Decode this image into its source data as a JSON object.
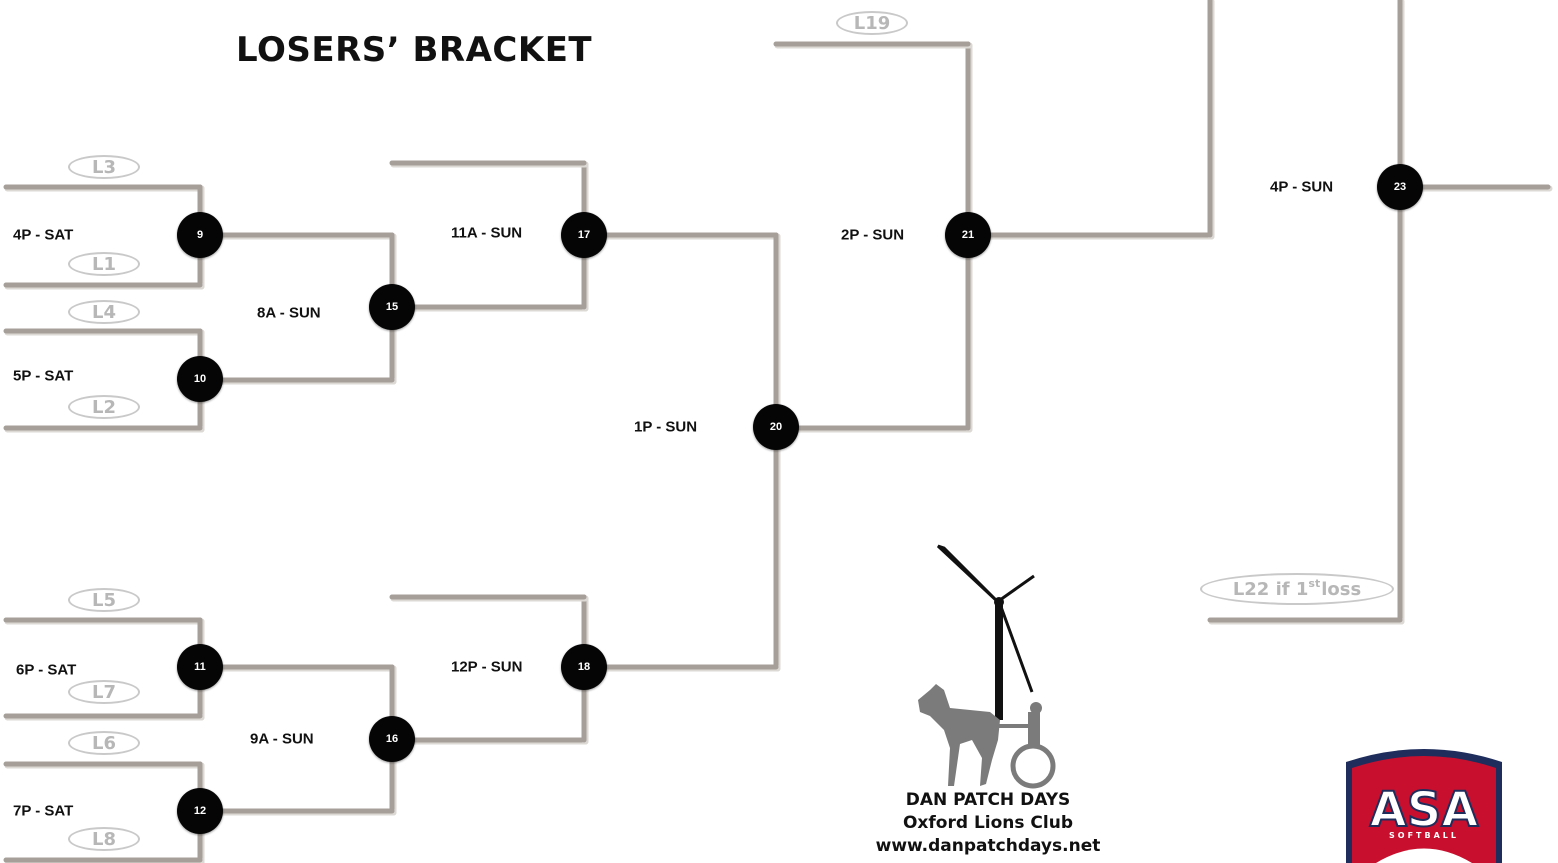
{
  "title": "LOSERS’ BRACKET",
  "games": [
    {
      "id": "9",
      "time": "4P - SAT"
    },
    {
      "id": "10",
      "time": "5P - SAT"
    },
    {
      "id": "11",
      "time": "6P - SAT"
    },
    {
      "id": "12",
      "time": "7P - SAT"
    },
    {
      "id": "15",
      "time": "8A - SUN"
    },
    {
      "id": "16",
      "time": "9A - SUN"
    },
    {
      "id": "17",
      "time": "11A - SUN"
    },
    {
      "id": "18",
      "time": "12P - SUN"
    },
    {
      "id": "20",
      "time": "1P - SUN"
    },
    {
      "id": "21",
      "time": "2P - SUN"
    },
    {
      "id": "23",
      "time": "4P - SUN"
    }
  ],
  "sources": {
    "l3": "L3",
    "l1": "L1",
    "l4": "L4",
    "l2": "L2",
    "l5": "L5",
    "l7": "L7",
    "l6": "L6",
    "l8": "L8",
    "l19": "L19",
    "l22_prefix": "L22 if 1",
    "l22_sup": "st",
    "l22_suffix": " loss"
  },
  "logo": {
    "line1": "DAN PATCH DAYS",
    "line2": "Oxford Lions Club",
    "line3": "www.danpatchdays.net",
    "asa_text": "ASA",
    "asa_sub": "SOFTBALL"
  },
  "colors": {
    "line": "#a69f99",
    "line_shadow": "#dcd8d4",
    "node": "#050505",
    "source_text": "#b7b7b7"
  }
}
